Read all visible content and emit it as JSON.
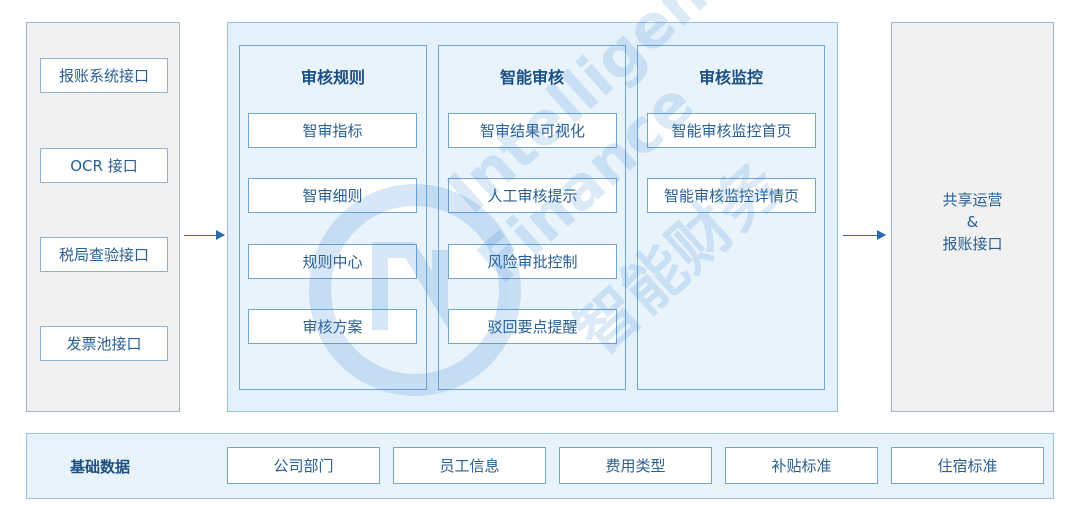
{
  "left_interfaces": [
    "报账系统接口",
    "OCR 接口",
    "税局查验接口",
    "发票池接口"
  ],
  "columns": [
    {
      "title": "审核规则",
      "items": [
        "智审指标",
        "智审细则",
        "规则中心",
        "审核方案"
      ]
    },
    {
      "title": "智能审核",
      "items": [
        "智审结果可视化",
        "人工审核提示",
        "风险审批控制",
        "驳回要点提醒"
      ]
    },
    {
      "title": "审核监控",
      "items": [
        "智能审核监控首页",
        "智能审核监控详情页"
      ]
    }
  ],
  "right_panel": {
    "line1": "共享运营",
    "line2": "&",
    "line3": "报账接口"
  },
  "basic_data": {
    "label": "基础数据",
    "items": [
      "公司部门",
      "员工信息",
      "费用类型",
      "补贴标准",
      "住宿标准"
    ]
  },
  "watermark": {
    "en": "Intelligent Finance",
    "cn": "智能财务"
  }
}
